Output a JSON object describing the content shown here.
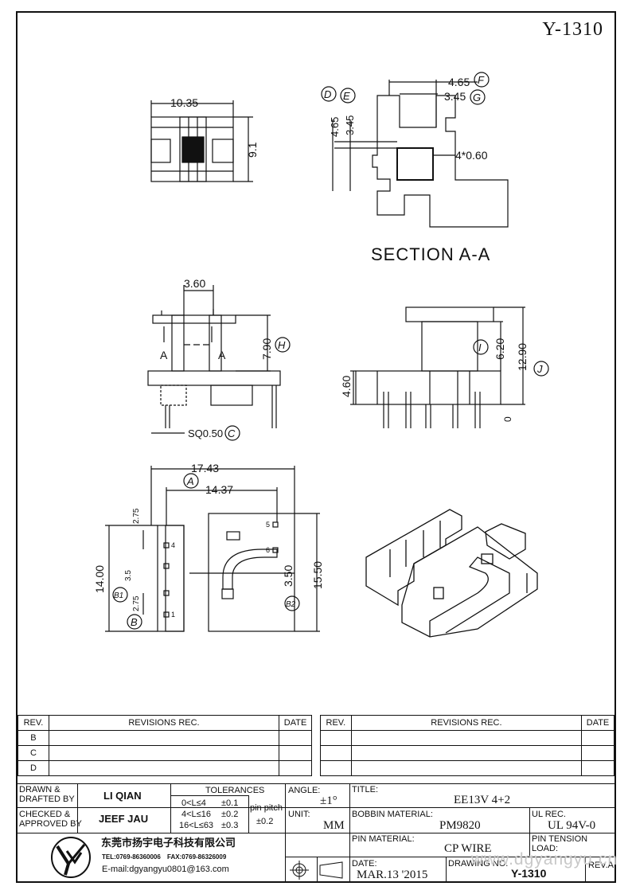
{
  "drawing_number": "Y-1310",
  "section_label": "SECTION A-A",
  "dims": {
    "top_w": "10.35",
    "top_h": "9.1",
    "sec_f": "4.65",
    "sec_f_tag": "F",
    "sec_g": "3.45",
    "sec_g_tag": "G",
    "sec_d_e": "4.65",
    "sec_d_tag": "D",
    "sec_e_tag": "E",
    "sec_e_val": "3.45",
    "sec_thk": "4*0.60",
    "front_w": "3.60",
    "front_h": "7.90",
    "front_h_tag": "H",
    "sec_mark": "A",
    "pin_sq": "SQ0.50",
    "pin_tag": "C",
    "side_i": "6.20",
    "side_i_tag": "I",
    "side_j": "12.90",
    "side_j_tag": "J",
    "side_left": "4.60",
    "side_small": "0",
    "bot_w": "17.43",
    "bot_a": "14.37",
    "bot_a_tag": "A",
    "bot_h": "14.00",
    "bot_h2": "15.50",
    "bot_p1": "2.75",
    "bot_p2": "3.5",
    "bot_p3": "2.75",
    "bot_c": "3.50",
    "b1_tag": "B1",
    "b_tag": "B",
    "b2_tag": "B2",
    "pins": [
      "4",
      "1",
      "5",
      "6"
    ]
  },
  "revisions": {
    "rev_header": "REV.",
    "rev_rec": "REVISIONS  REC.",
    "date_header": "DATE",
    "rows": [
      "B",
      "C",
      "D"
    ]
  },
  "title_block": {
    "drawn_label": "DRAWN &\nDRAFTED BY",
    "drawn_by": "LI QIAN",
    "checked_label": "CHECKED &\nAPPROVED BY",
    "checked_by": "JEEF JAU",
    "tolerances_label": "TOLERANCES",
    "tol1": "0<L≤4",
    "tol1v": "±0.1",
    "tol2": "4<L≤16",
    "tol2v": "±0.2",
    "tol3": "16<L≤63",
    "tol3v": "±0.3",
    "pin_pitch_label": "pin pitch",
    "pin_pitch_val": "±0.2",
    "angle_label": "ANGLE:",
    "angle_val": "±1°",
    "unit_label": "UNIT:",
    "unit_val": "MM",
    "title_label": "TITLE:",
    "title_val": "EE13V 4+2",
    "bobbin_label": "BOBBIN MATERIAL:",
    "bobbin_val": "PM9820",
    "ul_label": "UL REC.",
    "ul_val": "UL 94V-0",
    "pin_mat_label": "PIN MATERIAL:",
    "pin_mat_val": "CP WIRE",
    "tension_label": "PIN TENSION LOAD:",
    "date_label": "DATE:",
    "date_val": "MAR.13 '2015",
    "drawing_no_label": "DRAWING NO.",
    "drawing_no_val": "Y-1310",
    "reva_label": "REV.A",
    "company": "东莞市扬宇电子科技有限公司",
    "tel": "TEL:0769-86360006",
    "fax": "FAX:0769-86326009",
    "email": "E-mail:dgyangyu0801@163.com",
    "logo_letters": "YY",
    "watermark": "www.dgyangyu.cn"
  }
}
